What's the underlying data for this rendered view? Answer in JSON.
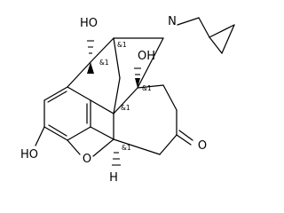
{
  "atoms": {
    "ho_top": "HO",
    "oh_right": "OH",
    "nitrogen": "N",
    "ho_bottom": "HO",
    "ether_o": "O",
    "ketone_o": "O",
    "hydrogen": "H"
  },
  "stereo_labels": {
    "c10": "&1",
    "c9": "&1",
    "c14": "&1",
    "c13": "&1",
    "c5": "&1"
  }
}
